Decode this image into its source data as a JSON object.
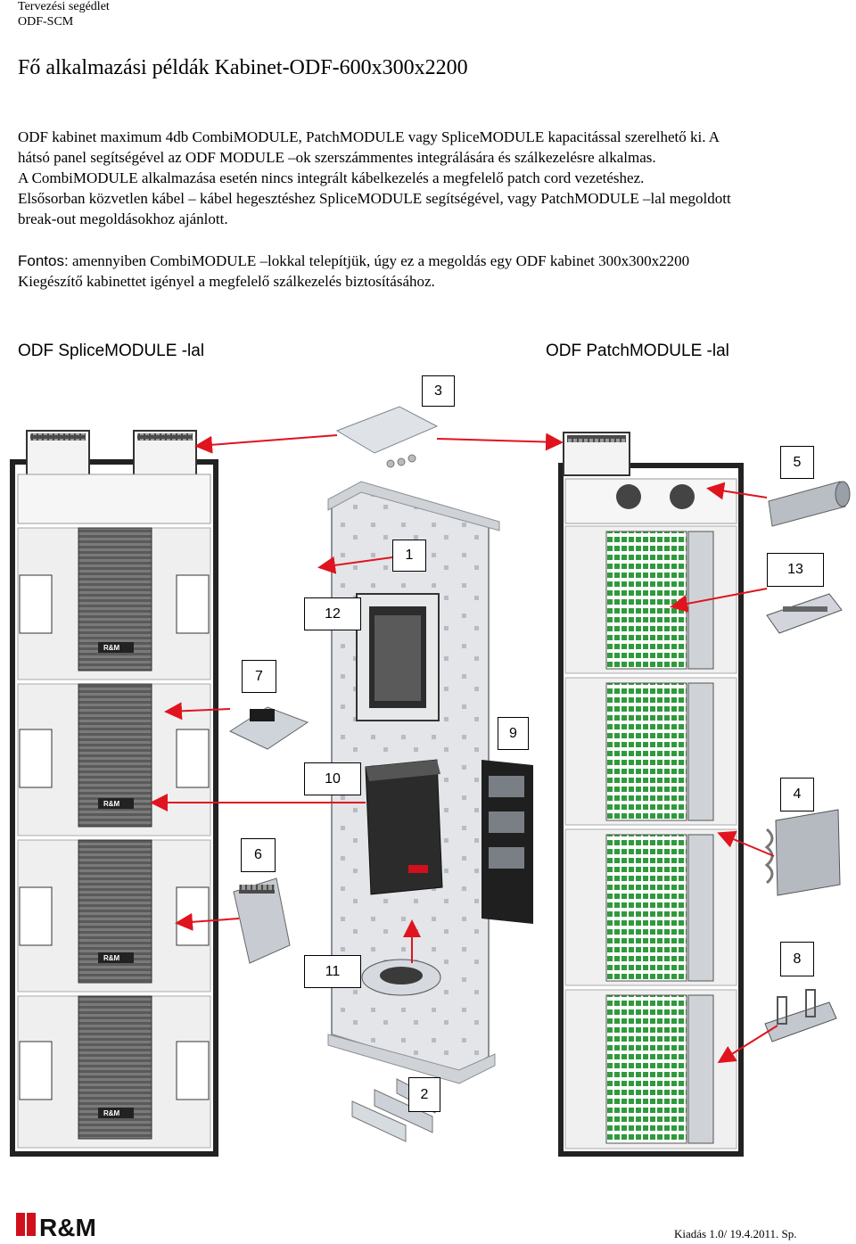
{
  "header": {
    "line1": "Tervezési segédlet",
    "line2": "ODF-SCM"
  },
  "title": "Fő alkalmazási példák Kabinet-ODF-600x300x2200",
  "paragraph1": {
    "line1": "ODF kabinet maximum 4db CombiMODULE, PatchMODULE vagy SpliceMODULE  kapacitással szerelhető ki. A",
    "line2": "hátsó panel segítségével az ODF MODULE –ok szerszámmentes integrálására és szálkezelésre alkalmas.",
    "line3": "A CombiMODULE alkalmazása esetén nincs integrált kábelkezelés a megfelelő patch cord vezetéshez.",
    "line4": "Elsősorban közvetlen kábel – kábel hegesztéshez SpliceMODULE segítségével, vagy PatchMODULE –lal megoldott",
    "line5": "break-out megoldásokhoz ajánlott."
  },
  "paragraph2": {
    "label": "Fontos:",
    "line1": " amennyiben CombiMODULE –lokkal telepítjük, úgy ez a megoldás egy ODF kabinet 300x300x2200",
    "line2": "Kiegészítő kabinettet igényel a megfelelő szálkezelés biztosításához."
  },
  "sections": {
    "left": "ODF SpliceMODULE -lal",
    "right": "ODF PatchMODULE -lal"
  },
  "callouts": [
    "3",
    "5",
    "1",
    "13",
    "12",
    "7",
    "9",
    "10",
    "4",
    "6",
    "8",
    "11",
    "2"
  ],
  "brand_label": "R&M",
  "logo_text": "R&M",
  "footer": "Kiadás 1.0/ 19.4.2011. Sp.",
  "colors": {
    "arrow": "#e0141e",
    "cabinet_frame": "#222222",
    "green_ports": "#2f9a3c",
    "logo_red": "#d0101a"
  }
}
